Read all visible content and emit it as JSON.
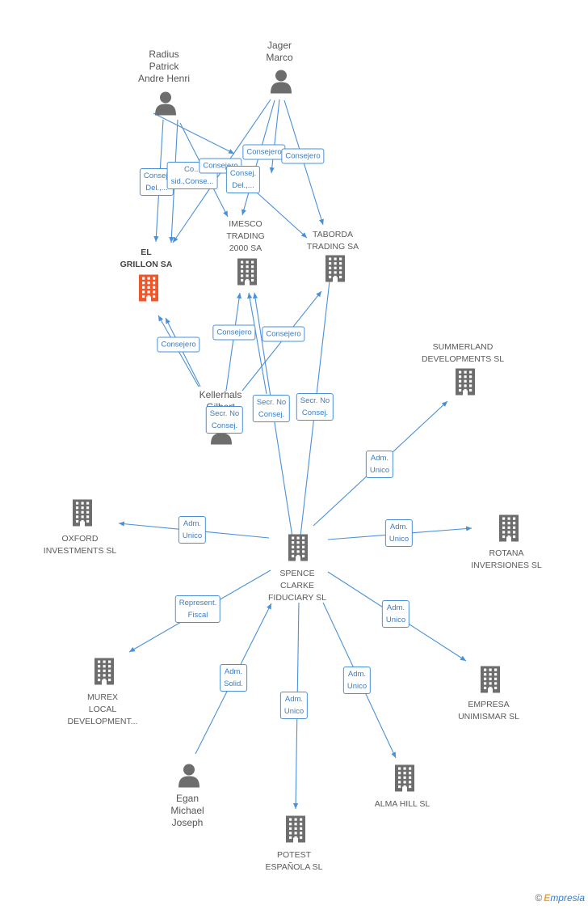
{
  "nodes": [
    {
      "id": "radius",
      "type": "person",
      "label": [
        "Radius",
        "Patrick",
        "Andre Henri"
      ]
    },
    {
      "id": "jager",
      "type": "person",
      "label": [
        "Jager",
        "Marco"
      ]
    },
    {
      "id": "el_grillon",
      "type": "company",
      "highlight": true,
      "label": [
        "EL",
        "GRILLON SA"
      ]
    },
    {
      "id": "imesco",
      "type": "company",
      "label": [
        "IMESCO",
        "TRADING",
        "2000 SA"
      ]
    },
    {
      "id": "taborda",
      "type": "company",
      "label": [
        "TABORDA",
        "TRADING SA"
      ]
    },
    {
      "id": "summerland",
      "type": "company",
      "label": [
        "SUMMERLAND",
        "DEVELOPMENTS SL"
      ]
    },
    {
      "id": "kellerhals",
      "type": "person",
      "label": [
        "Kellerhals",
        "Gilbert"
      ]
    },
    {
      "id": "oxford",
      "type": "company",
      "label": [
        "OXFORD",
        "INVESTMENTS SL"
      ]
    },
    {
      "id": "spence",
      "type": "company",
      "label": [
        "SPENCE",
        "CLARKE",
        "FIDUCIARY SL"
      ]
    },
    {
      "id": "rotana",
      "type": "company",
      "label": [
        "ROTANA",
        "INVERSIONES SL"
      ]
    },
    {
      "id": "murex",
      "type": "company",
      "label": [
        "MUREX",
        "LOCAL",
        "DEVELOPMENT..."
      ]
    },
    {
      "id": "empresa",
      "type": "company",
      "label": [
        "EMPRESA",
        "UNIMISMAR SL"
      ]
    },
    {
      "id": "egan",
      "type": "person",
      "label": [
        "Egan",
        "Michael",
        "Joseph"
      ]
    },
    {
      "id": "alma",
      "type": "company",
      "label": [
        "ALMA HILL SL"
      ]
    },
    {
      "id": "potest",
      "type": "company",
      "label": [
        "POTEST",
        "ESPAÑOLA SL"
      ]
    }
  ],
  "edge_labels": [
    {
      "id": "e1",
      "lines": [
        "Consej.",
        "Del.,..."
      ]
    },
    {
      "id": "e2",
      "lines": [
        "Co...",
        "sid.,Conse..."
      ]
    },
    {
      "id": "e3",
      "lines": [
        "Consejero"
      ]
    },
    {
      "id": "e4",
      "lines": [
        "Consejero"
      ]
    },
    {
      "id": "e5",
      "lines": [
        "Consej.",
        "Del.,..."
      ]
    },
    {
      "id": "e6",
      "lines": [
        "Consejero"
      ]
    },
    {
      "id": "e7",
      "lines": [
        "Consejero"
      ]
    },
    {
      "id": "e8",
      "lines": [
        "Consejero"
      ]
    },
    {
      "id": "e9",
      "lines": [
        "Consejero"
      ]
    },
    {
      "id": "e10",
      "lines": [
        "Secr. No",
        "Consej."
      ]
    },
    {
      "id": "e11",
      "lines": [
        "Secr. No",
        "Consej."
      ]
    },
    {
      "id": "e12",
      "lines": [
        "Secr. No",
        "Consej."
      ]
    },
    {
      "id": "e13",
      "lines": [
        "Adm.",
        "Unico"
      ]
    },
    {
      "id": "e14",
      "lines": [
        "Adm.",
        "Unico"
      ]
    },
    {
      "id": "e15",
      "lines": [
        "Adm.",
        "Unico"
      ]
    },
    {
      "id": "e16",
      "lines": [
        "Represent.",
        "Fiscal"
      ]
    },
    {
      "id": "e17",
      "lines": [
        "Adm.",
        "Unico"
      ]
    },
    {
      "id": "e18",
      "lines": [
        "Adm.",
        "Solid."
      ]
    },
    {
      "id": "e19",
      "lines": [
        "Adm.",
        "Unico"
      ]
    },
    {
      "id": "e20",
      "lines": [
        "Adm.",
        "Unico"
      ]
    }
  ],
  "colors": {
    "edge": "#4a90d9",
    "company": "#6d6d6d",
    "highlight": "#f0562a",
    "person": "#6d6d6d"
  },
  "footer": {
    "copyright": "©",
    "brand_first": "E",
    "brand_rest": "mpresia"
  }
}
